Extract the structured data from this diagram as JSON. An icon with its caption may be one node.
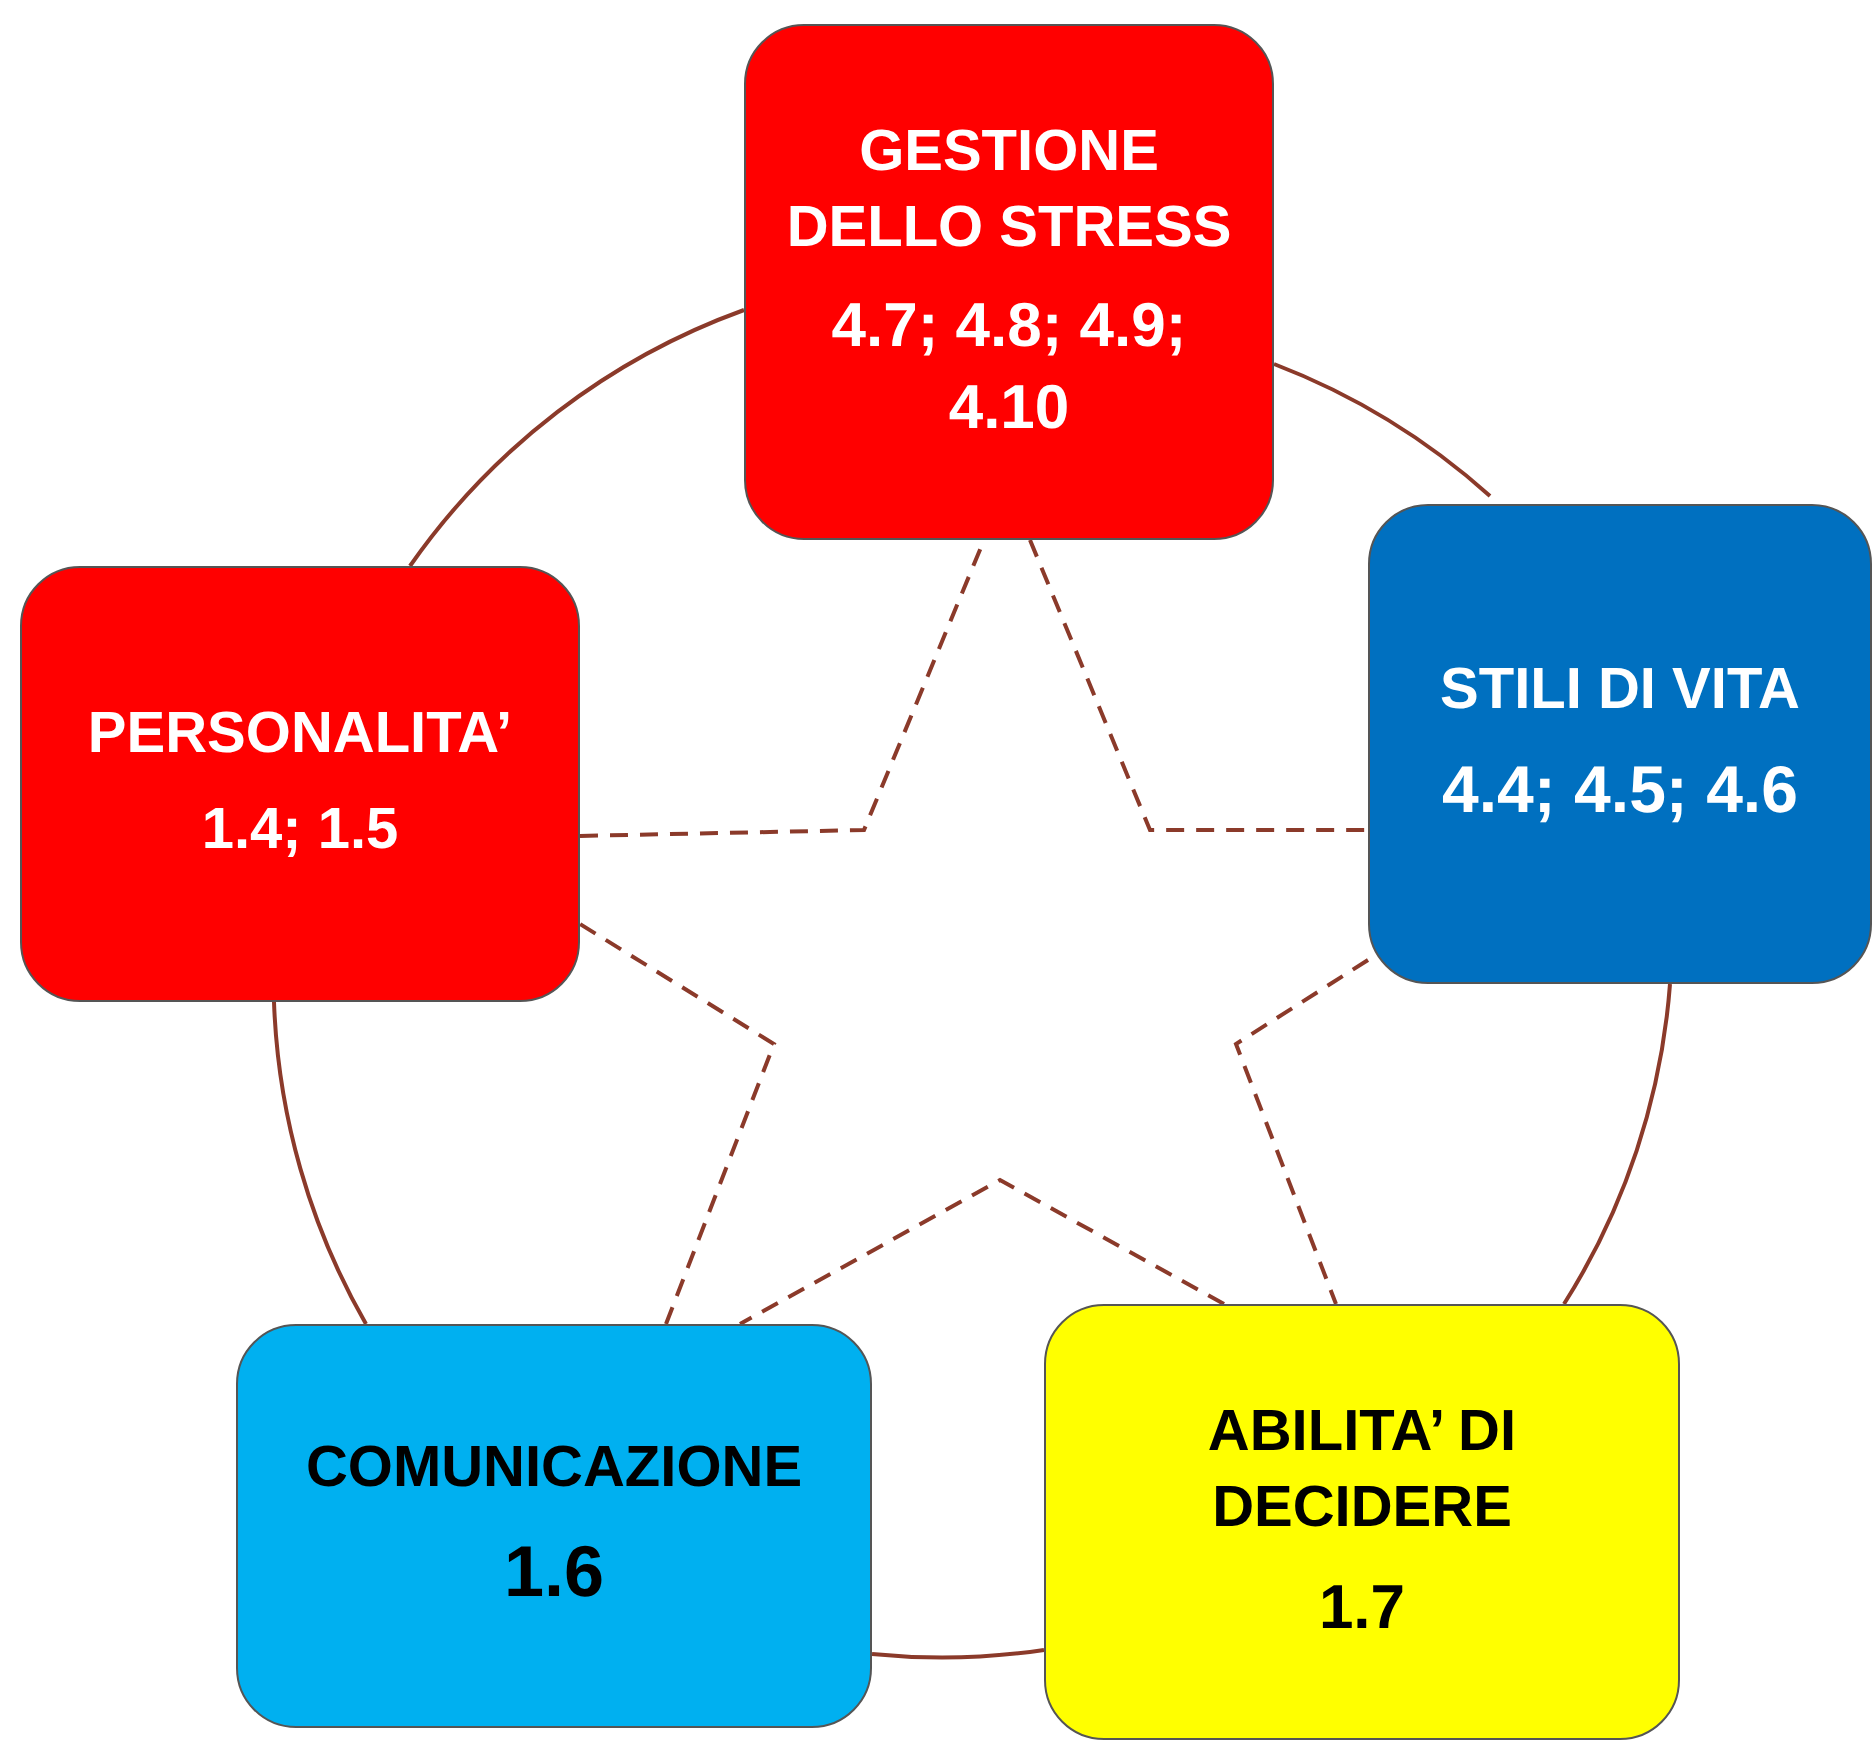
{
  "diagram": {
    "nodes": [
      {
        "text": [
          "GESTIONE DELLO STRESS",
          "4.7; 4.8; 4.9; 4.10"
        ]
      },
      {
        "text": [
          "PERSONALITA’",
          "1.4; 1.5"
        ]
      },
      {
        "text": [
          "STILI DI VITA",
          "4.4; 4.5; 4.6"
        ]
      },
      {
        "text": [
          "COMUNICAZIONE",
          "1.6"
        ]
      },
      {
        "text": [
          "ABILITA’ DI DECIDERE",
          "1.7"
        ]
      }
    ],
    "edges": [
      {
        "from": 0,
        "to": 2,
        "arrow": "none"
      },
      {
        "from": 2,
        "to": 4,
        "arrow": "none"
      },
      {
        "from": 4,
        "to": 3,
        "arrow": "none"
      },
      {
        "from": 3,
        "to": 1,
        "arrow": "none"
      },
      {
        "from": 1,
        "to": 0,
        "arrow": "none"
      },
      {
        "from": 0,
        "to": 2,
        "arrow": "none",
        "style": "dashed"
      },
      {
        "from": 2,
        "to": 4,
        "arrow": "none",
        "style": "dashed"
      },
      {
        "from": 4,
        "to": 3,
        "arrow": "none",
        "style": "dashed"
      },
      {
        "from": 3,
        "to": 1,
        "arrow": "none",
        "style": "dashed"
      },
      {
        "from": 1,
        "to": 0,
        "arrow": "none",
        "style": "dashed"
      }
    ]
  }
}
